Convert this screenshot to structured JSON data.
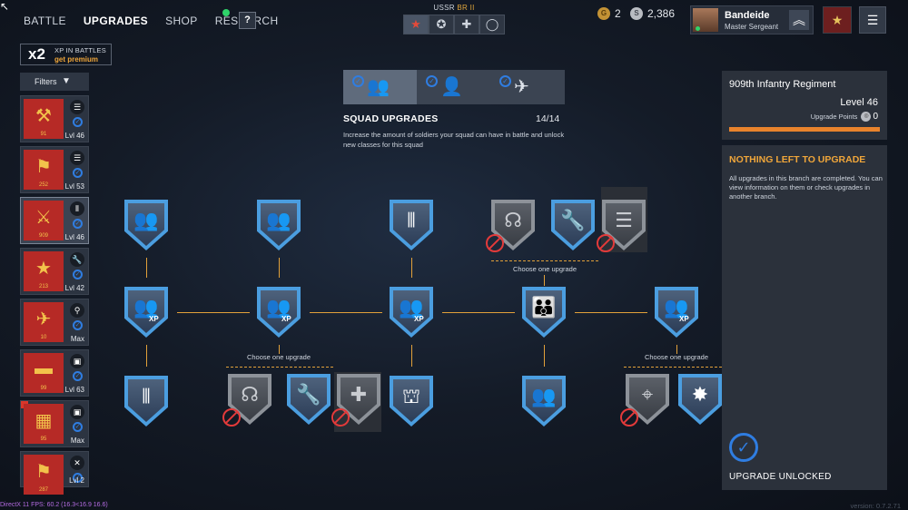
{
  "nav": {
    "battle": "BATTLE",
    "upgrades": "UPGRADES",
    "shop": "SHOP",
    "research": "RESEARCH",
    "help": "?"
  },
  "nation": {
    "name": "USSR",
    "br": "BR II",
    "tabs": [
      "★",
      "✪",
      "✚",
      "◯"
    ]
  },
  "currency": {
    "gold_icon": "gold-coin-icon",
    "gold": "2",
    "silver_icon": "silver-coin-icon",
    "silver": "2,386"
  },
  "player": {
    "name": "Bandeide",
    "rank": "Master Sergeant",
    "rank_icon": "chevron-rank-icon"
  },
  "menu_icon": "☰",
  "xp_box": {
    "multiplier": "x2",
    "label": "XP IN BATTLES",
    "premium": "get premium"
  },
  "filters": {
    "label": "Filters",
    "icon": "filter-icon"
  },
  "squads": [
    {
      "glyph": "⚒",
      "num": "91",
      "icon": "☰",
      "level": "Lvl 46"
    },
    {
      "glyph": "⚑",
      "num": "252",
      "icon": "☰",
      "level": "Lvl 53"
    },
    {
      "glyph": "⚔",
      "num": "909",
      "icon": "⦀",
      "level": "Lvl 46"
    },
    {
      "glyph": "★",
      "num": "213",
      "icon": "🔧",
      "level": "Lvl 42"
    },
    {
      "glyph": "✈",
      "num": "10",
      "icon": "⚲",
      "level": "Max"
    },
    {
      "glyph": "▬",
      "num": "99",
      "icon": "▣",
      "level": "Lvl 63"
    },
    {
      "glyph": "▦",
      "num": "95",
      "icon": "▣",
      "level": "Max"
    },
    {
      "glyph": "⚑",
      "num": "287",
      "icon": "✕",
      "level": "Lvl 2"
    }
  ],
  "branch": {
    "tabs": [
      {
        "icon": "squad-upgrade-icon",
        "glyph": "👥"
      },
      {
        "icon": "soldier-upgrade-icon",
        "glyph": "👤"
      },
      {
        "icon": "weapon-upgrade-icon",
        "glyph": "✈"
      }
    ],
    "title": "SQUAD UPGRADES",
    "count": "14/14",
    "description": "Increase the amount of soldiers your squad can have in battle and unlock new classes for this squad"
  },
  "tree": {
    "choose_label": "Choose one upgrade",
    "xp_label": "XP"
  },
  "regiment": {
    "name": "909th Infantry Regiment",
    "level": "Level 46",
    "points_label": "Upgrade Points",
    "points_icon": "upgrade-points-icon",
    "points": "0",
    "progress": 1.0
  },
  "status": {
    "title": "NOTHING LEFT TO UPGRADE",
    "text": "All upgrades in this branch are completed. You can view information on them or check upgrades in another branch.",
    "unlock_label": "UPGRADE UNLOCKED"
  },
  "footer": {
    "fps": "DirectX 11 FPS: 60.2 (16.3<16.9 16.6)",
    "version": "version: 0.7.2.71"
  }
}
